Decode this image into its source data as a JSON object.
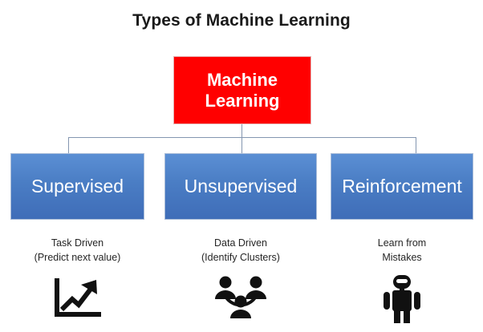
{
  "diagram": {
    "title": "Types of Machine Learning",
    "root": {
      "label": "Machine\nLearning",
      "color": "#FF0000",
      "text_color": "#FFFFFF"
    },
    "connector_color": "#8496B0",
    "branch_color": "#4A7DC4",
    "branches": [
      {
        "label": "Supervised",
        "caption": "Task Driven\n(Predict next value)",
        "icon": "line-chart-trend-up-icon"
      },
      {
        "label": "Unsupervised",
        "caption": "Data Driven\n(Identify Clusters)",
        "icon": "people-cluster-group-icon"
      },
      {
        "label": "Reinforcement",
        "caption": "Learn from\nMistakes",
        "icon": "robot-figure-icon"
      }
    ]
  }
}
